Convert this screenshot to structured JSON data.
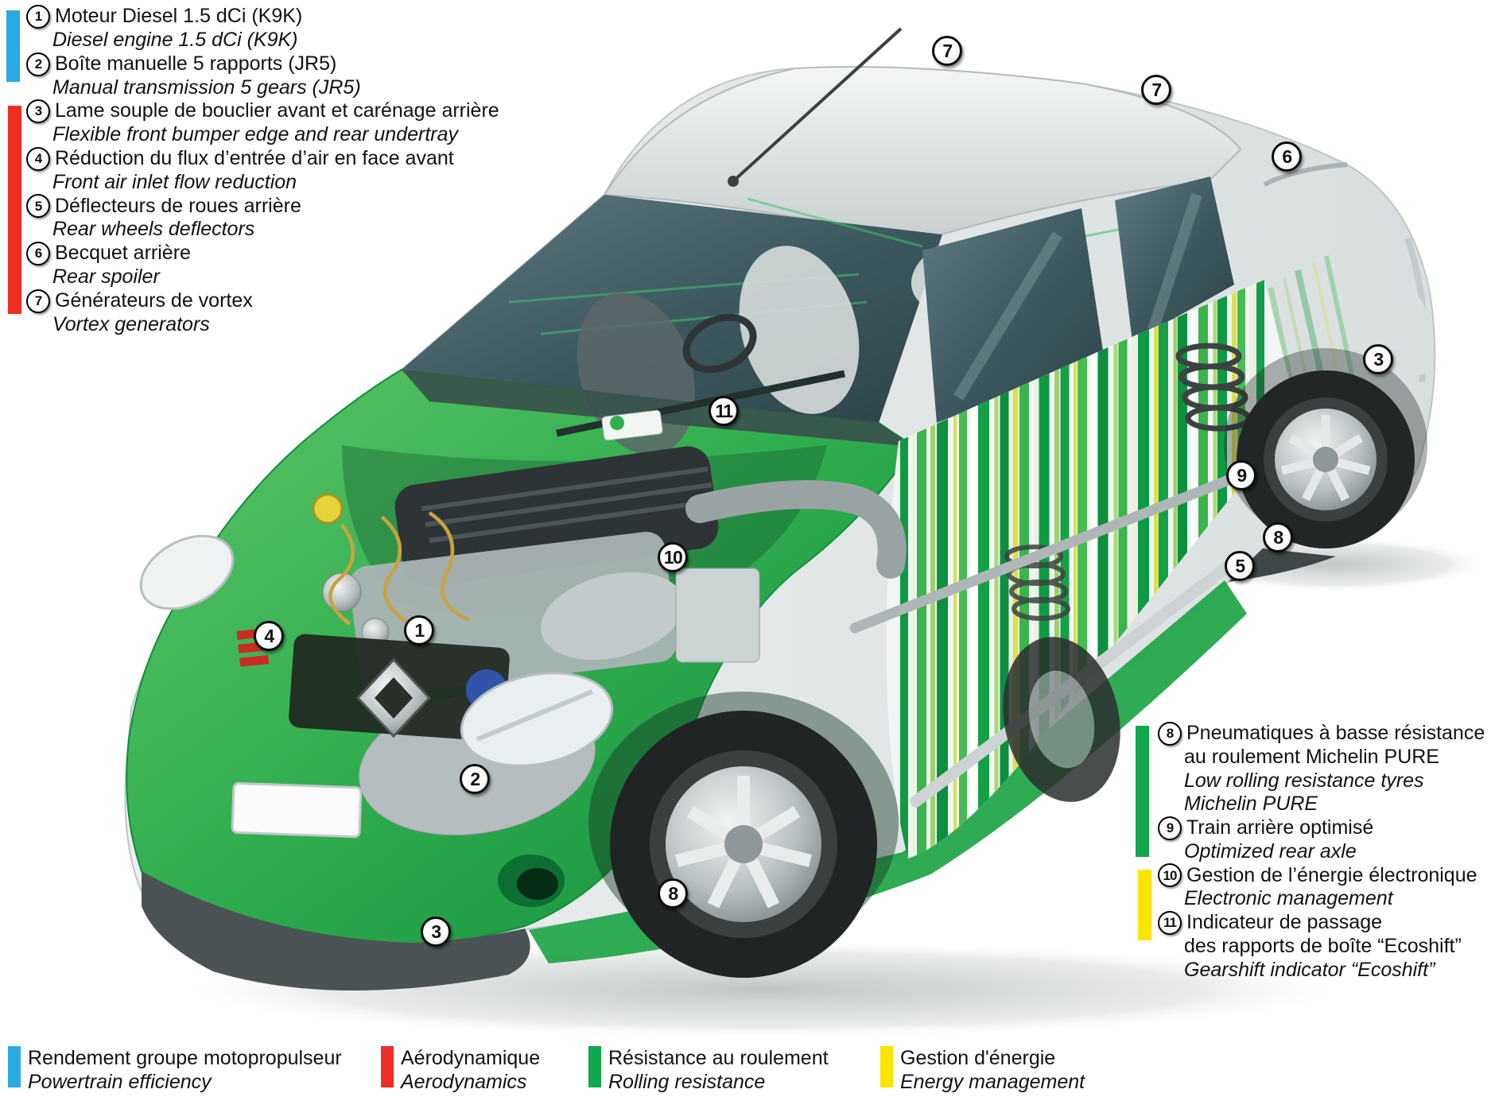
{
  "colors": {
    "powertrain_blue": "#29abe2",
    "aero_red": "#ee2e24",
    "rolling_green": "#0fa84c",
    "energy_yellow": "#ffe400"
  },
  "legend_left": {
    "items": [
      {
        "num": "1",
        "fr": "Moteur Diesel 1.5 dCi (K9K)",
        "en": "Diesel engine 1.5 dCi (K9K)"
      },
      {
        "num": "2",
        "fr": "Boîte manuelle 5 rapports (JR5)",
        "en": "Manual transmission 5 gears (JR5)"
      },
      {
        "num": "3",
        "fr": "Lame souple de bouclier avant et carénage arrière",
        "en": "Flexible front bumper edge and rear undertray"
      },
      {
        "num": "4",
        "fr": "Réduction du flux d’entrée d’air en face avant",
        "en": "Front air inlet flow reduction"
      },
      {
        "num": "5",
        "fr": "Déflecteurs de roues arrière",
        "en": "Rear wheels deflectors"
      },
      {
        "num": "6",
        "fr": "Becquet arrière",
        "en": "Rear spoiler"
      },
      {
        "num": "7",
        "fr": "Générateurs de vortex",
        "en": "Vortex generators"
      }
    ]
  },
  "legend_right": {
    "items": [
      {
        "num": "8",
        "fr1": "Pneumatiques à basse résistance",
        "fr2": "au roulement Michelin PURE",
        "en1": "Low rolling resistance tyres",
        "en2": "Michelin PURE"
      },
      {
        "num": "9",
        "fr1": "Train arrière optimisé",
        "en1": "Optimized rear axle"
      },
      {
        "num": "10",
        "fr1": "Gestion de l’énergie électronique",
        "en1": "Electronic management"
      },
      {
        "num": "11",
        "fr1": "Indicateur de passage",
        "fr2": "des rapports de boîte “Ecoshift”",
        "en1": "Gearshift indicator “Ecoshift”"
      }
    ]
  },
  "categories": [
    {
      "fr": "Rendement groupe motopropulseur",
      "en": "Powertrain efficiency",
      "color": "#29abe2"
    },
    {
      "fr": "Aérodynamique",
      "en": "Aerodynamics",
      "color": "#ee2e24"
    },
    {
      "fr": "Résistance au roulement",
      "en": "Rolling resistance",
      "color": "#0fa84c"
    },
    {
      "fr": "Gestion d'énergie",
      "en": "Energy management",
      "color": "#ffe400"
    }
  ],
  "callouts": [
    {
      "label": "7"
    },
    {
      "label": "7"
    },
    {
      "label": "6"
    },
    {
      "label": "3"
    },
    {
      "label": "9"
    },
    {
      "label": "8"
    },
    {
      "label": "5"
    },
    {
      "label": "11"
    },
    {
      "label": "10"
    },
    {
      "label": "4"
    },
    {
      "label": "1"
    },
    {
      "label": "2"
    },
    {
      "label": "8"
    },
    {
      "label": "3"
    }
  ]
}
